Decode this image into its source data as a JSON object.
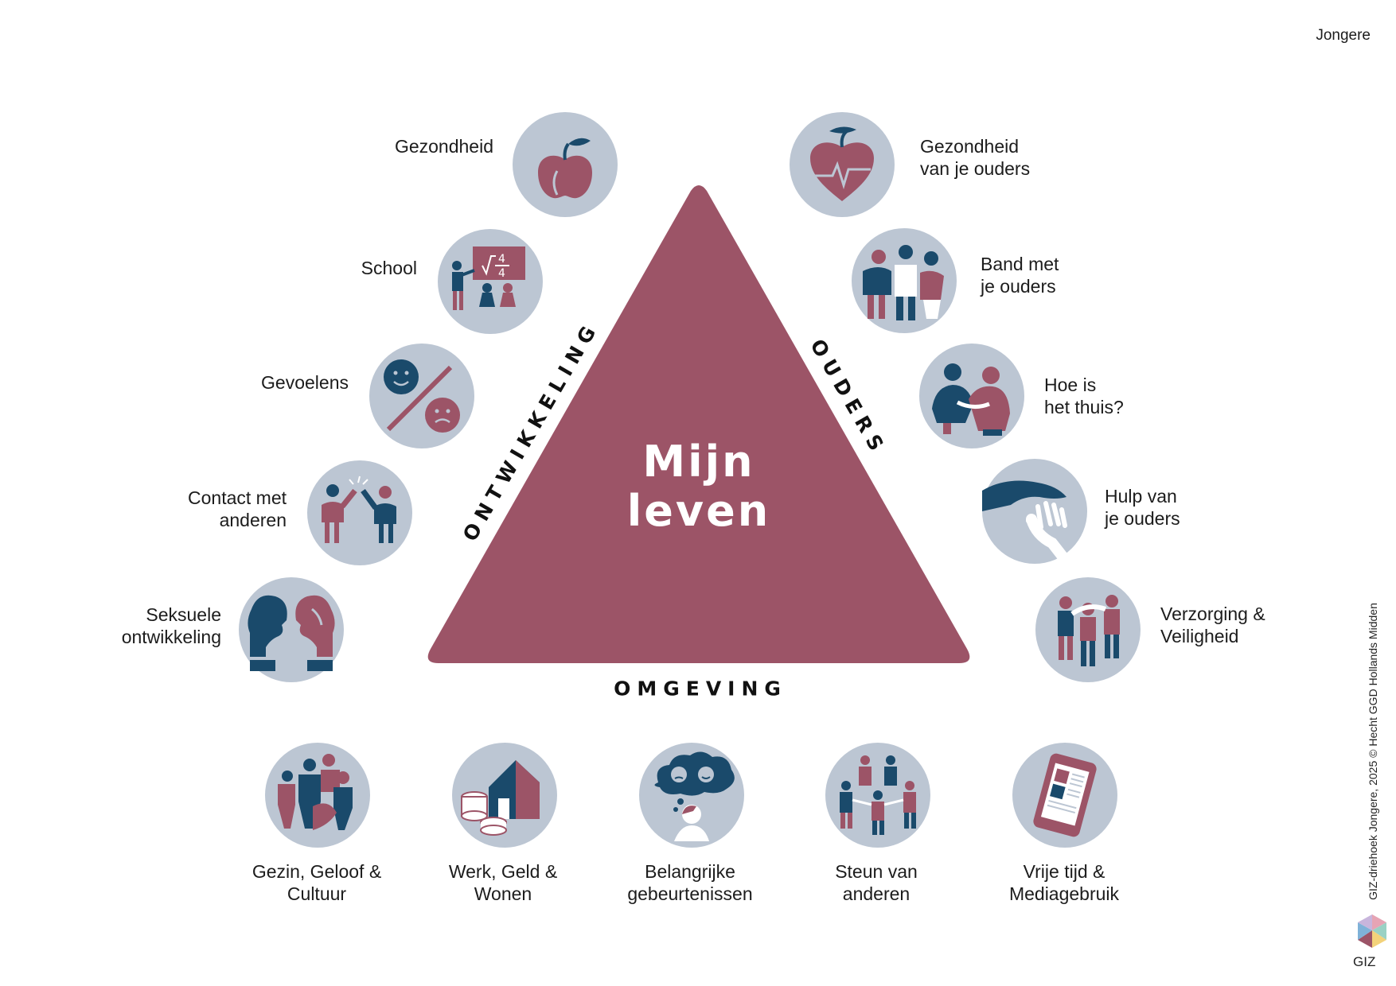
{
  "header": {
    "audience": "Jongere"
  },
  "triangle": {
    "center_line1": "Mijn",
    "center_line2": "leven",
    "side_left": "ONTWIKKELING",
    "side_right": "OUDERS",
    "side_bottom": "OMGEVING",
    "fill_color": "#9c5467"
  },
  "colors": {
    "circle": "#bcc6d3",
    "navy": "#1a4a6b",
    "wine": "#9c5467"
  },
  "ontwikkeling": [
    {
      "line1": "Gezondheid",
      "line2": "",
      "icon": "apple-icon"
    },
    {
      "line1": "School",
      "line2": "",
      "icon": "classroom-icon"
    },
    {
      "line1": "Gevoelens",
      "line2": "",
      "icon": "emotions-icon"
    },
    {
      "line1": "Contact met",
      "line2": "anderen",
      "icon": "high-five-icon"
    },
    {
      "line1": "Seksuele",
      "line2": "ontwikkeling",
      "icon": "couple-kiss-icon"
    }
  ],
  "ouders": [
    {
      "line1": "Gezondheid",
      "line2": "van je ouders",
      "icon": "heart-apple-icon"
    },
    {
      "line1": "Band met",
      "line2": "je ouders",
      "icon": "family-icon"
    },
    {
      "line1": "Hoe is",
      "line2": "het thuis?",
      "icon": "hug-icon"
    },
    {
      "line1": "Hulp van",
      "line2": "je ouders",
      "icon": "helping-hands-icon"
    },
    {
      "line1": "Verzorging &",
      "line2": "Veiligheid",
      "icon": "care-group-icon"
    }
  ],
  "omgeving": [
    {
      "line1": "Gezin, Geloof &",
      "line2": "Cultuur",
      "icon": "community-icon"
    },
    {
      "line1": "Werk, Geld &",
      "line2": "Wonen",
      "icon": "house-coins-icon"
    },
    {
      "line1": "Belangrijke",
      "line2": "gebeurtenissen",
      "icon": "thought-cloud-icon"
    },
    {
      "line1": "Steun van",
      "line2": "anderen",
      "icon": "support-circle-icon"
    },
    {
      "line1": "Vrije tijd  &",
      "line2": "Mediagebruik",
      "icon": "tablet-icon"
    }
  ],
  "footer": {
    "credit": "GIZ-driehoek Jongere, 2025 © Hecht GGD Hollands Midden",
    "logo_text": "GIZ",
    "logo_icon": "giz-logo-icon"
  }
}
